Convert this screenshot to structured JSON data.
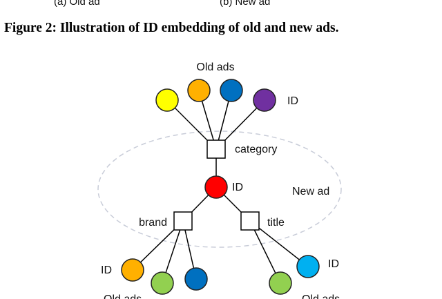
{
  "subcaptions": {
    "a": "(a) Old ad",
    "b": "(b) New ad"
  },
  "caption": "Figure 2: Illustration of ID embedding of old and new ads.",
  "diagram": {
    "labels": {
      "old_ads_top": "Old ads",
      "id_top": "ID",
      "category": "category",
      "id_center": "ID",
      "new_ad": "New ad",
      "brand": "brand",
      "title": "title",
      "id_bottom_left": "ID",
      "id_bottom_right": "ID",
      "old_ads_bottom_left": "Old ads",
      "old_ads_bottom_right": "Old ads"
    },
    "colors": {
      "yellow": "#FFFF00",
      "orange": "#FFB000",
      "blue": "#0070C0",
      "purple": "#7030A0",
      "red": "#FF0000",
      "green": "#92D050",
      "lightblue": "#00B0F0",
      "dashed_ellipse": "#C8CCD8"
    }
  }
}
